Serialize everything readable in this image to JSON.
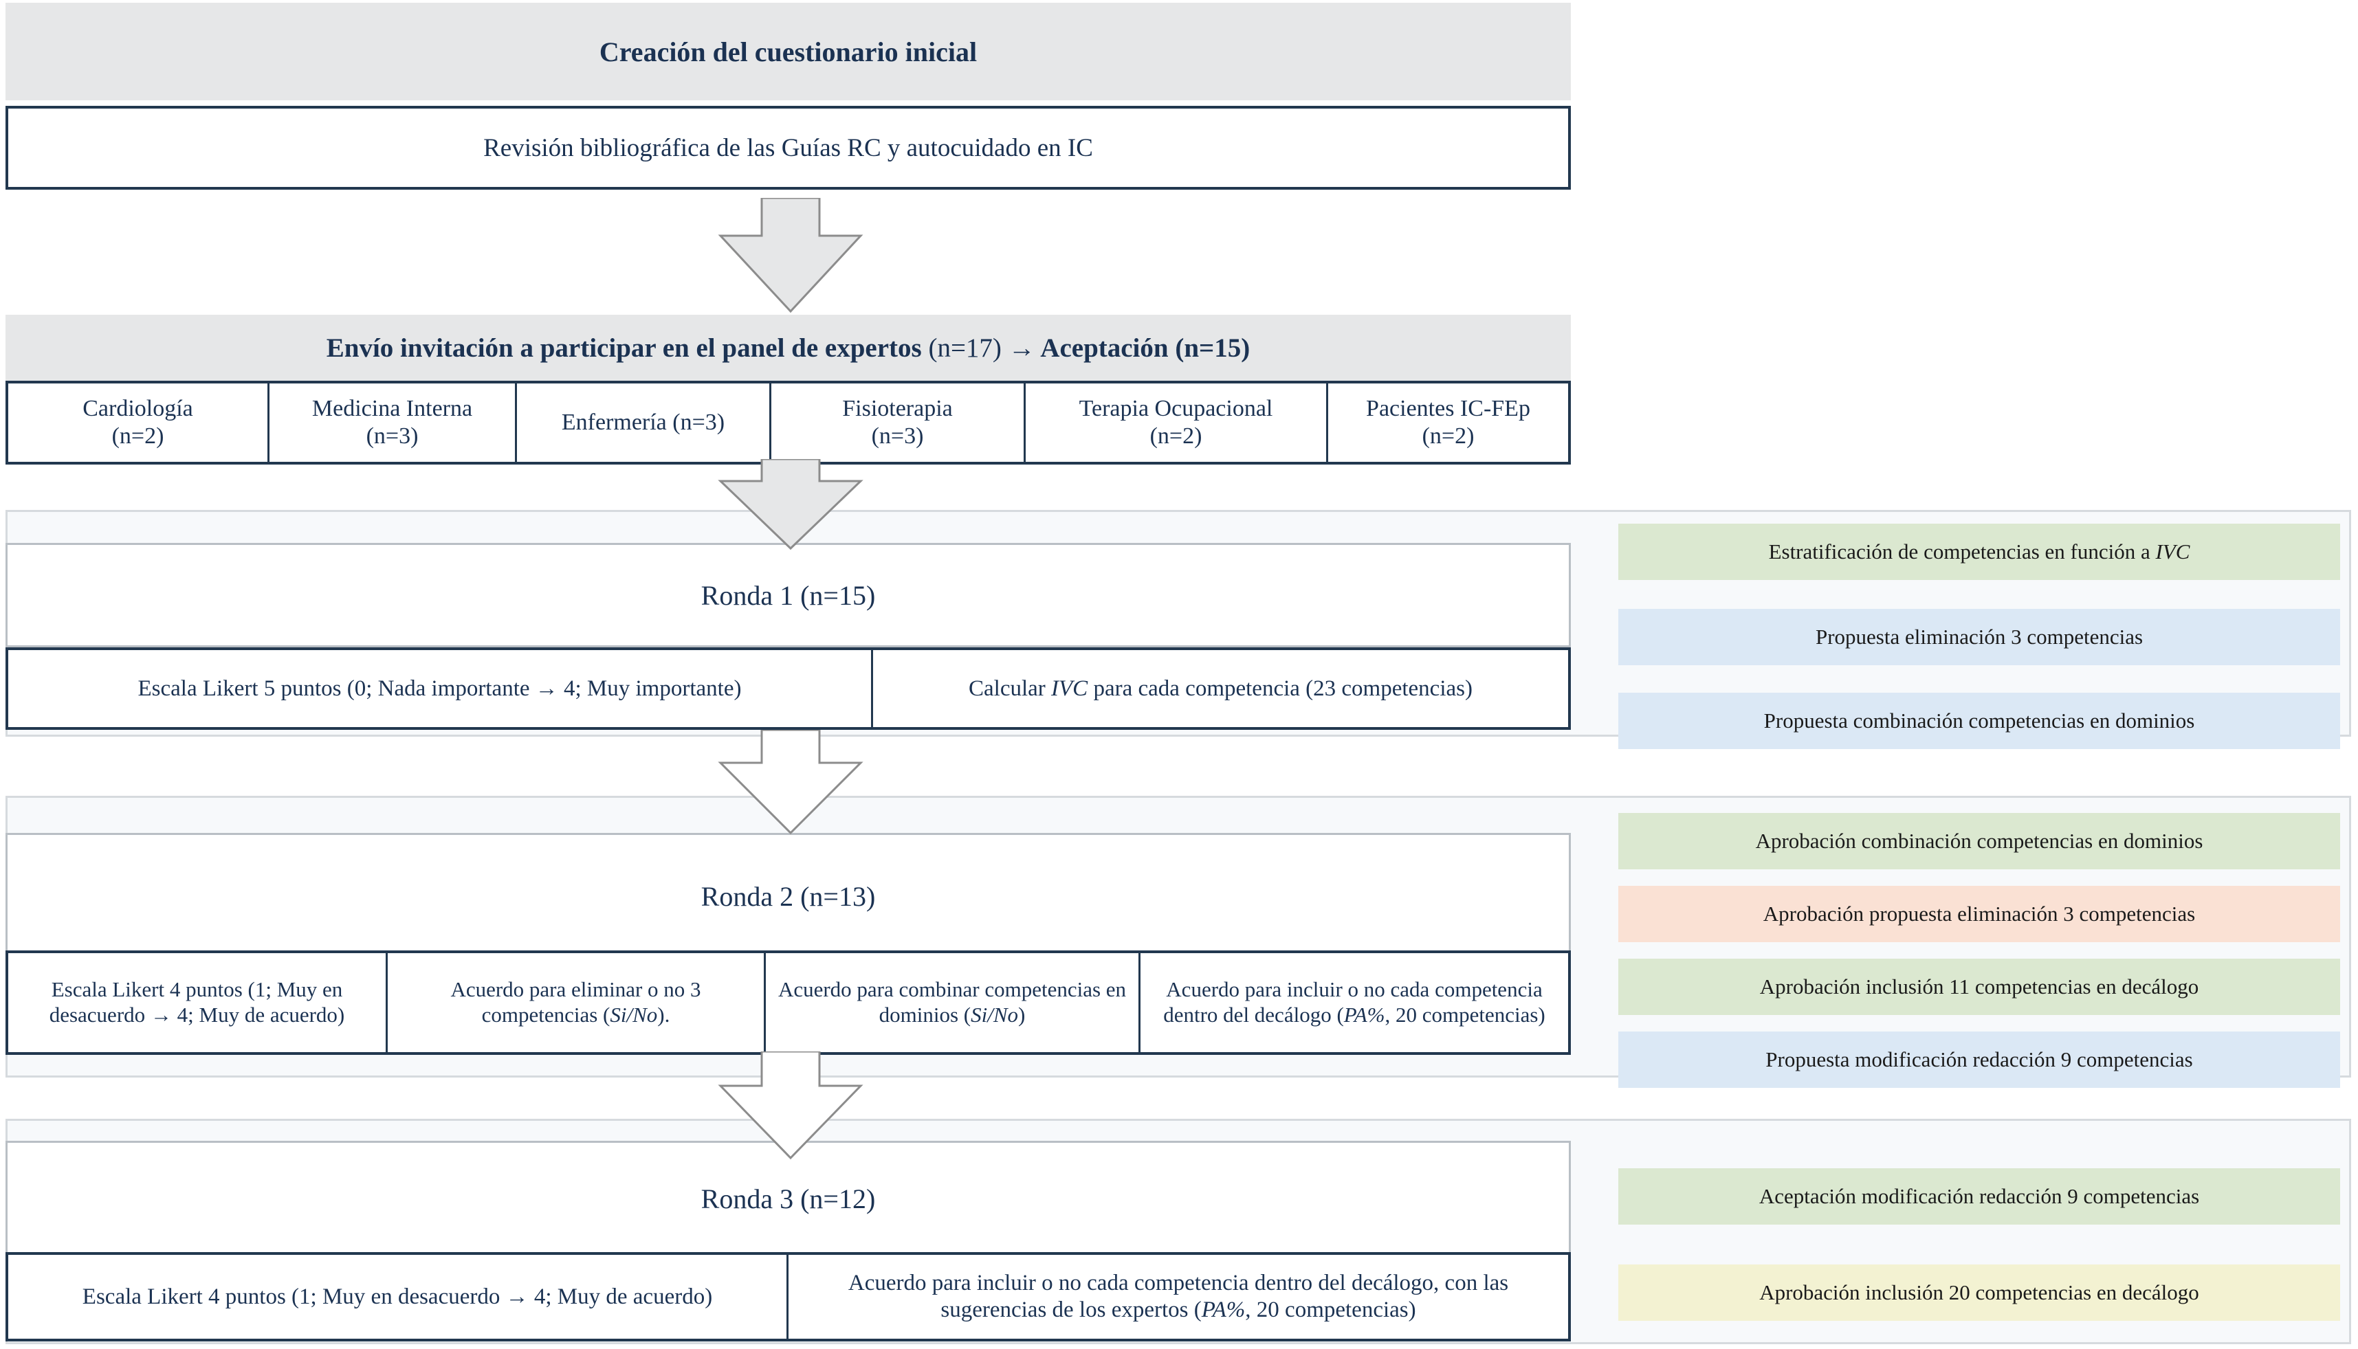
{
  "stage1": {
    "title": "Creación del cuestionario inicial",
    "body": "Revisión bibliográfica de las Guías RC y autocuidado en IC"
  },
  "stage2": {
    "title_bold_1": "Envío invitación a participar en el panel de expertos ",
    "title_reg_1": "(n=17) ",
    "title_bold_2": "→ Aceptación (n=15)",
    "title_full": "Envío invitación a participar en el panel de expertos (n=17) → Aceptación (n=15)",
    "experts": [
      {
        "name": "Cardiología",
        "n": "(n=2)"
      },
      {
        "name": "Medicina Interna",
        "n": "(n=3)"
      },
      {
        "name": "Enfermería (n=3)",
        "n": ""
      },
      {
        "name": "Fisioterapia",
        "n": "(n=3)"
      },
      {
        "name": "Terapia Ocupacional",
        "n": "(n=2)"
      },
      {
        "name": "Pacientes IC-FEp",
        "n": "(n=2)"
      }
    ]
  },
  "round1": {
    "heading": "Ronda 1 (n=15)",
    "cells": [
      {
        "pre": "Escala Likert 5 puntos (0; Nada importante → 4; Muy importante)",
        "italic": "",
        "post": ""
      },
      {
        "pre": "Calcular ",
        "italic": "IVC",
        "post": " para cada competencia (23 competencias)"
      }
    ],
    "badges": [
      {
        "pre": "Estratificación de competencias en función a ",
        "italic": "IVC",
        "post": "",
        "color": "green"
      },
      {
        "pre": "Propuesta eliminación 3 competencias",
        "italic": "",
        "post": "",
        "color": "blue"
      },
      {
        "pre": "Propuesta combinación competencias en dominios",
        "italic": "",
        "post": "",
        "color": "blue"
      }
    ]
  },
  "round2": {
    "heading": "Ronda 2 (n=13)",
    "cells": [
      {
        "pre": "Escala Likert 4 puntos (1; Muy en desacuerdo → 4; Muy de acuerdo)",
        "italic": "",
        "post": ""
      },
      {
        "pre": "Acuerdo para eliminar o no 3 competencias (",
        "italic": "Si/No",
        "post": ")."
      },
      {
        "pre": "Acuerdo para combinar competencias en dominios (",
        "italic": "Si/No",
        "post": ")"
      },
      {
        "pre": "Acuerdo para incluir o no cada competencia dentro del decálogo (",
        "italic": "PA%",
        "post": ", 20 competencias)"
      }
    ],
    "badges": [
      {
        "pre": "Aprobación combinación competencias en dominios",
        "italic": "",
        "post": "",
        "color": "green"
      },
      {
        "pre": "Aprobación propuesta eliminación 3 competencias",
        "italic": "",
        "post": "",
        "color": "peach"
      },
      {
        "pre": "Aprobación inclusión 11 competencias en decálogo",
        "italic": "",
        "post": "",
        "color": "green"
      },
      {
        "pre": "Propuesta modificación redacción 9 competencias",
        "italic": "",
        "post": "",
        "color": "blue"
      }
    ]
  },
  "round3": {
    "heading": "Ronda 3 (n=12)",
    "cells": [
      {
        "pre": "Escala Likert 4 puntos (1; Muy en desacuerdo → 4; Muy de acuerdo)",
        "italic": "",
        "post": ""
      },
      {
        "pre": "Acuerdo para incluir o no cada competencia dentro del decálogo, con las sugerencias de los expertos (",
        "italic": "PA%",
        "post": ", 20 competencias)"
      }
    ],
    "badges": [
      {
        "pre": "Aceptación modificación redacción 9 competencias",
        "italic": "",
        "post": "",
        "color": "green"
      },
      {
        "pre": "Aprobación inclusión 20 competencias en decálogo",
        "italic": "",
        "post": "",
        "color": "cream"
      }
    ]
  },
  "colors": {
    "navy_border": "#22384f",
    "navy_text": "#1b3252",
    "title_band": "#e6e7e8",
    "panel_bg": "#f7f9fb",
    "badge_green": "#dbe8d0",
    "badge_blue": "#dbe8f5",
    "badge_peach": "#fae1d4",
    "badge_cream": "#f3f2d2",
    "arrow_fill": "#e6e7e8",
    "arrow_stroke": "#8c8c8c"
  }
}
